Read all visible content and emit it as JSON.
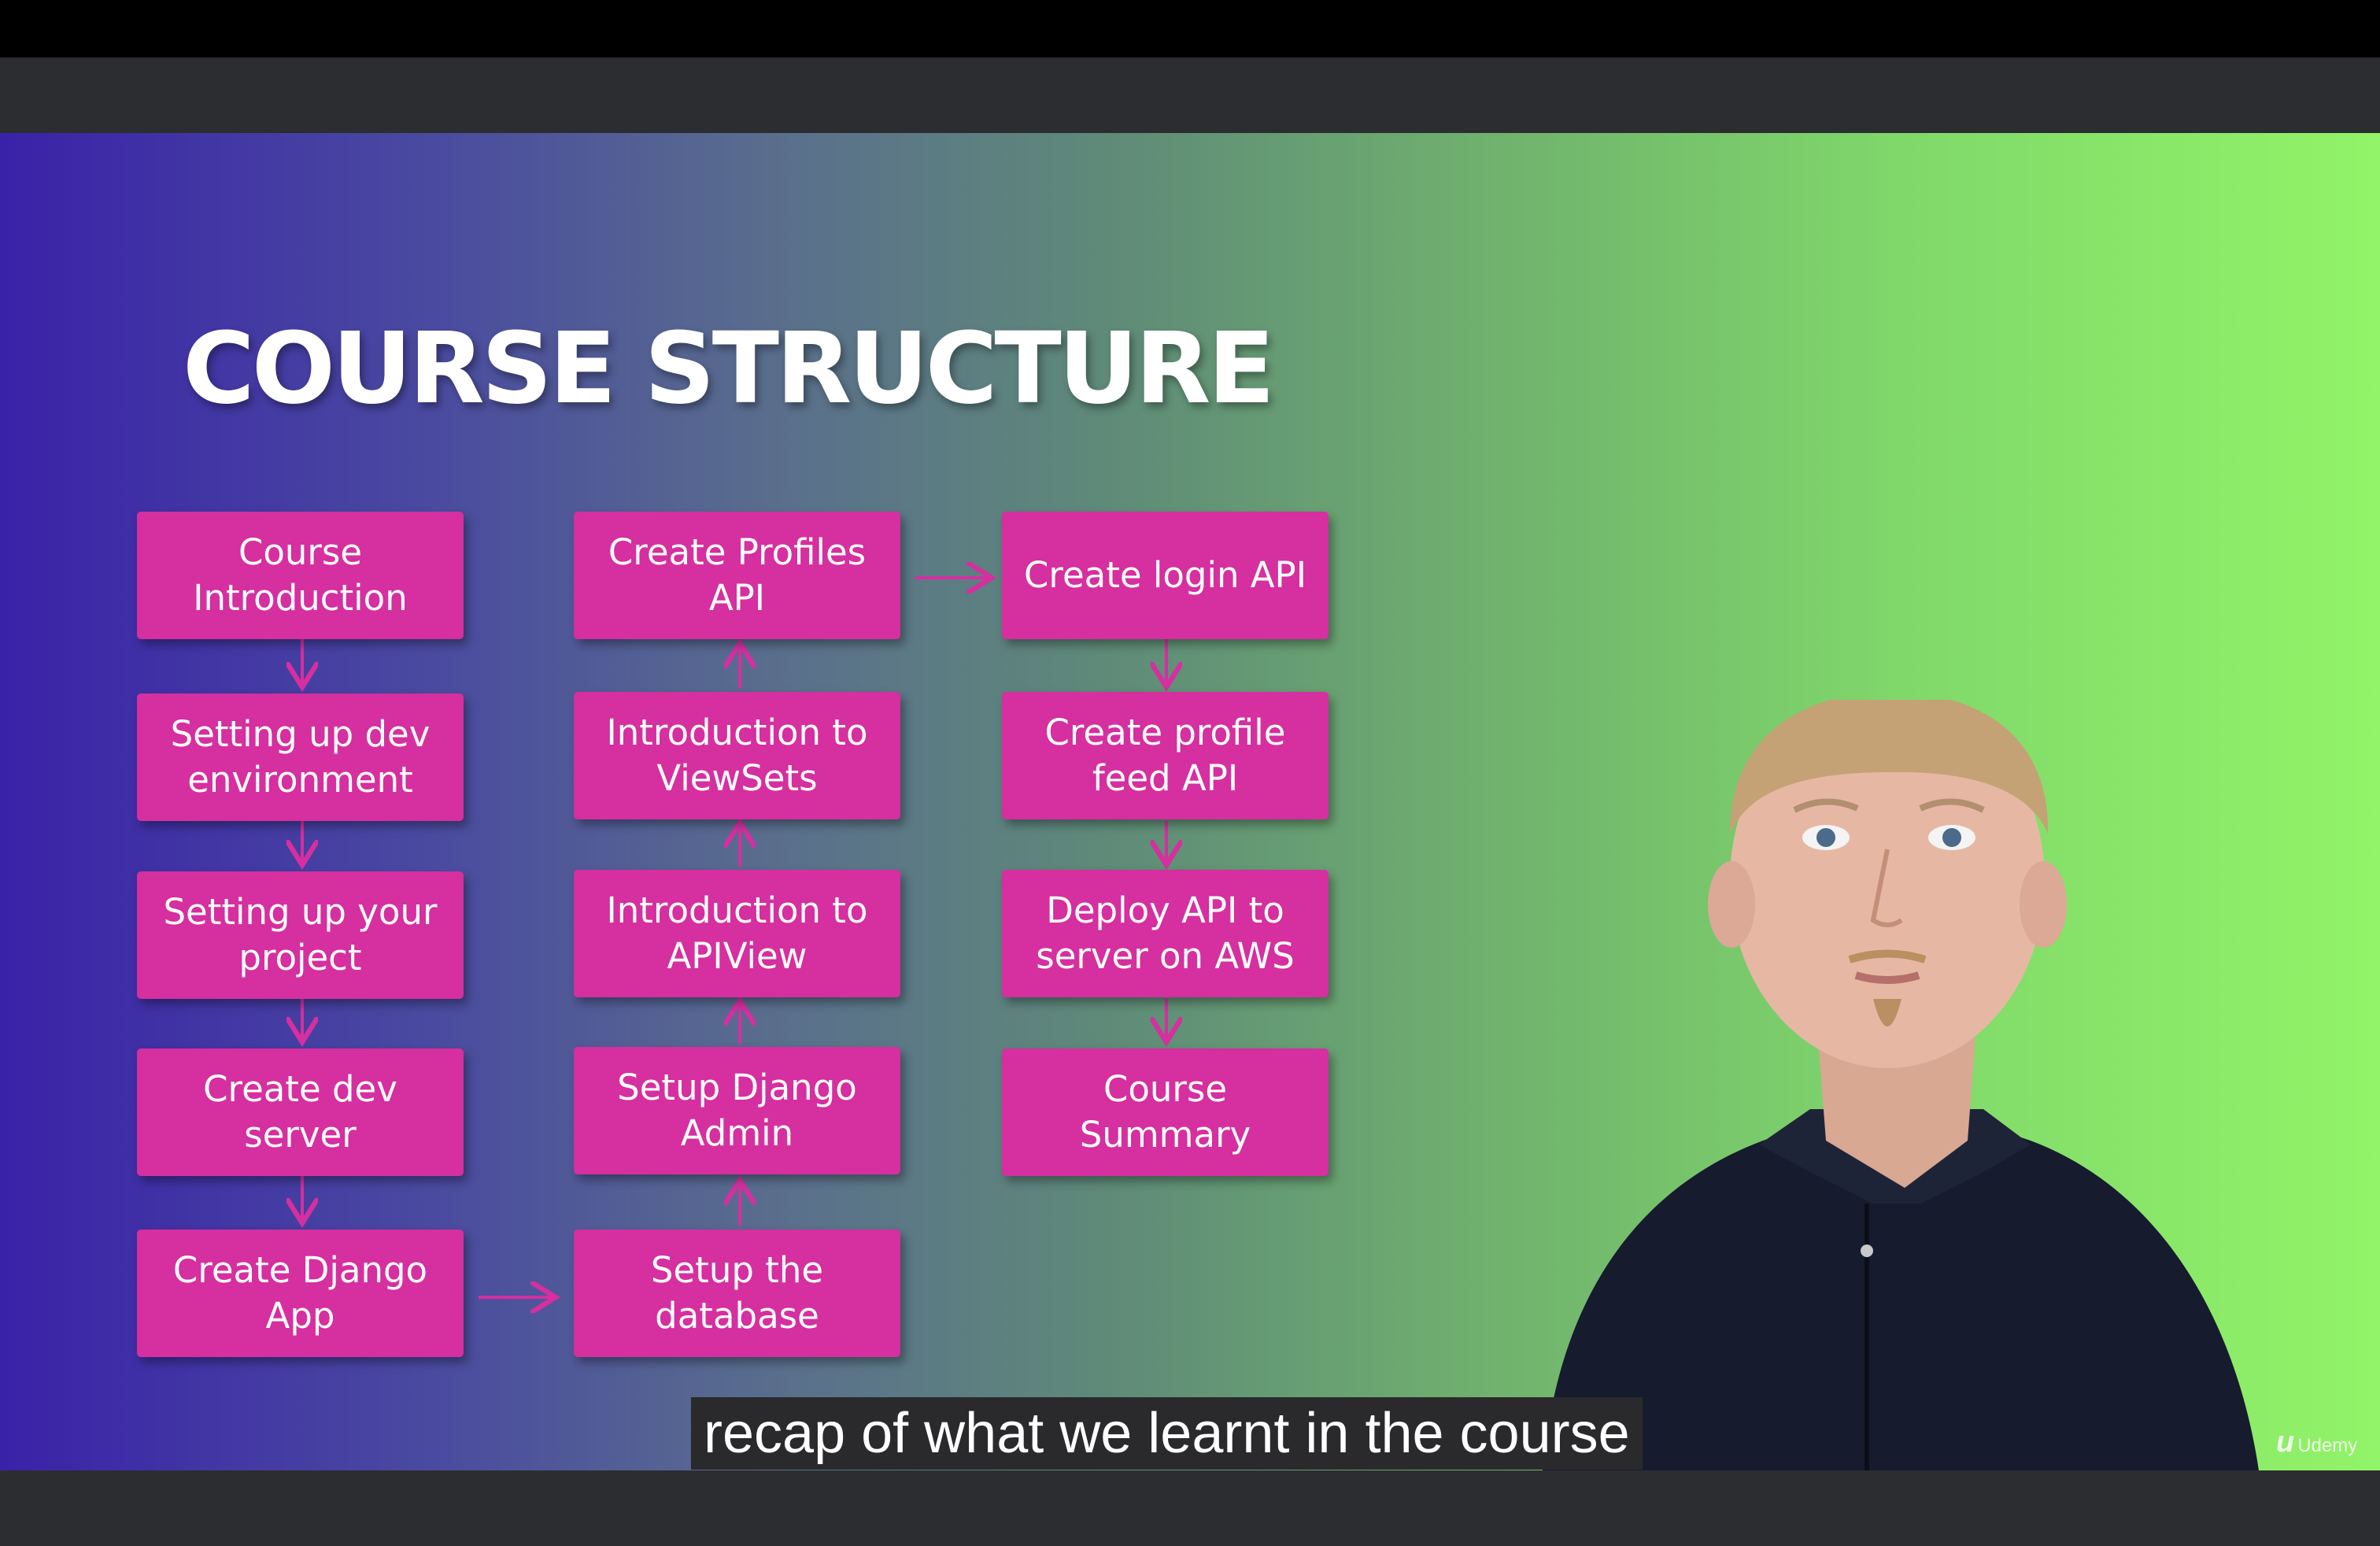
{
  "slide": {
    "title": "COURSE STRUCTURE",
    "box_color": "#d52fa0",
    "columns": [
      {
        "id": "left",
        "items": [
          [
            "Course",
            "Introduction"
          ],
          [
            "Setting up dev",
            "environment"
          ],
          [
            "Setting up your",
            "project"
          ],
          [
            "Create dev",
            "server"
          ],
          [
            "Create Django",
            "App"
          ]
        ]
      },
      {
        "id": "middle",
        "items": [
          [
            "Create Profiles",
            "API"
          ],
          [
            "Introduction to",
            "ViewSets"
          ],
          [
            "Introduction to",
            "APIView"
          ],
          [
            "Setup Django",
            "Admin"
          ],
          [
            "Setup the",
            "database"
          ]
        ]
      },
      {
        "id": "right",
        "items": [
          [
            "Create login API"
          ],
          [
            "Create profile",
            "feed API"
          ],
          [
            "Deploy API to",
            "server on AWS"
          ],
          [
            "Course Summary"
          ]
        ]
      }
    ]
  },
  "caption": {
    "text": "recap of what we learnt in the course"
  },
  "watermark": {
    "logo": "u",
    "text": "Udemy"
  }
}
